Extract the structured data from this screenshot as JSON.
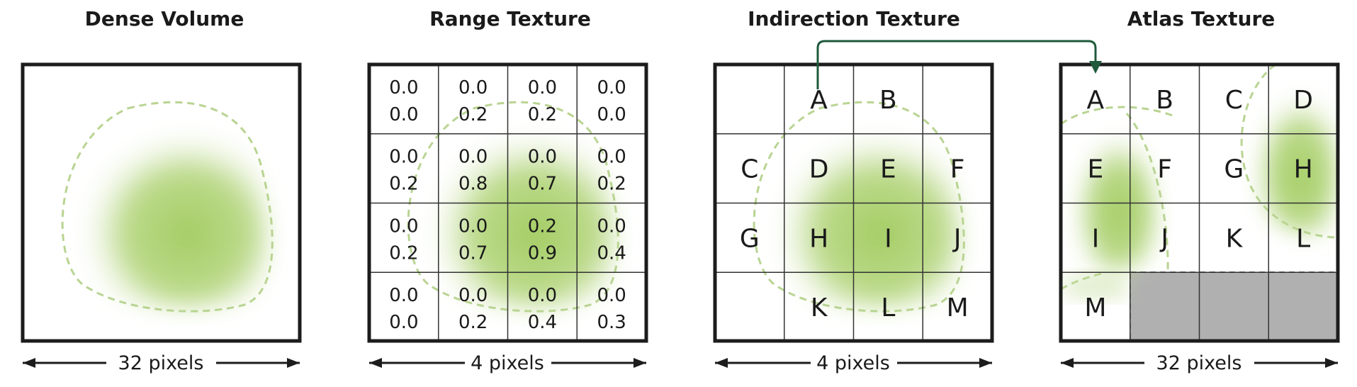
{
  "colors": {
    "outline": "#1c1c1c",
    "blob_fill": "#a8cf6b",
    "blob_dash": "#b9d492",
    "arrow": "#1f5a3c",
    "empty_cell": "#b0b0b0"
  },
  "panels": {
    "dense": {
      "title": "Dense Volume",
      "dimension": "32 pixels"
    },
    "range": {
      "title": "Range Texture",
      "dimension": "4 pixels",
      "cells": [
        [
          "0.0\n0.0",
          "0.0\n0.2",
          "0.0\n0.2",
          "0.0\n0.0"
        ],
        [
          "0.0\n0.2",
          "0.0\n0.8",
          "0.0\n0.7",
          "0.0\n0.2"
        ],
        [
          "0.0\n0.2",
          "0.0\n0.7",
          "0.2\n0.9",
          "0.0\n0.4"
        ],
        [
          "0.0\n0.0",
          "0.0\n0.2",
          "0.0\n0.4",
          "0.0\n0.3"
        ]
      ]
    },
    "indirection": {
      "title": "Indirection Texture",
      "dimension": "4 pixels",
      "cells": [
        [
          "",
          "A",
          "B",
          ""
        ],
        [
          "C",
          "D",
          "E",
          "F"
        ],
        [
          "G",
          "H",
          "I",
          "J"
        ],
        [
          "",
          "K",
          "L",
          "M"
        ]
      ]
    },
    "atlas": {
      "title": "Atlas Texture",
      "dimension": "32 pixels",
      "cells": [
        [
          "A",
          "B",
          "C",
          "D"
        ],
        [
          "E",
          "F",
          "G",
          "H"
        ],
        [
          "I",
          "J",
          "K",
          "L"
        ],
        [
          "M",
          "",
          "",
          ""
        ]
      ]
    }
  }
}
